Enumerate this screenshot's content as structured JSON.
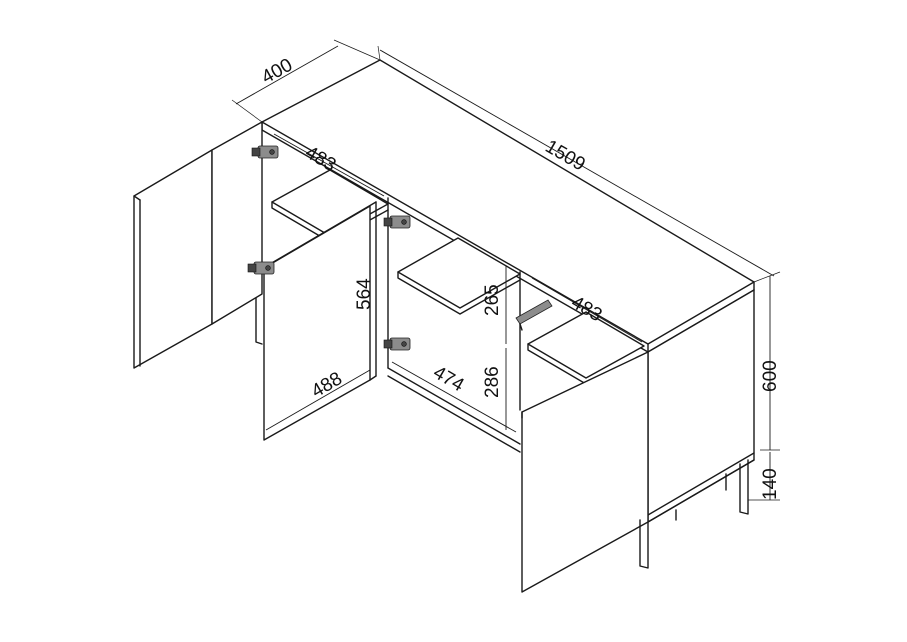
{
  "dimensions": {
    "depth": "400",
    "width": "1509",
    "shelf_depth_left": "483",
    "shelf_depth_right": "483",
    "door_height": "564",
    "upper_compartment": "265",
    "lower_compartment": "286",
    "door_width": "488",
    "inner_width": "474",
    "body_height": "600",
    "leg_height": "140"
  },
  "colors": {
    "line": "#1a1a1a",
    "hardware": "#8c8c8c",
    "background": "#ffffff"
  },
  "icons": [
    "hinge-icon",
    "handle-icon"
  ]
}
